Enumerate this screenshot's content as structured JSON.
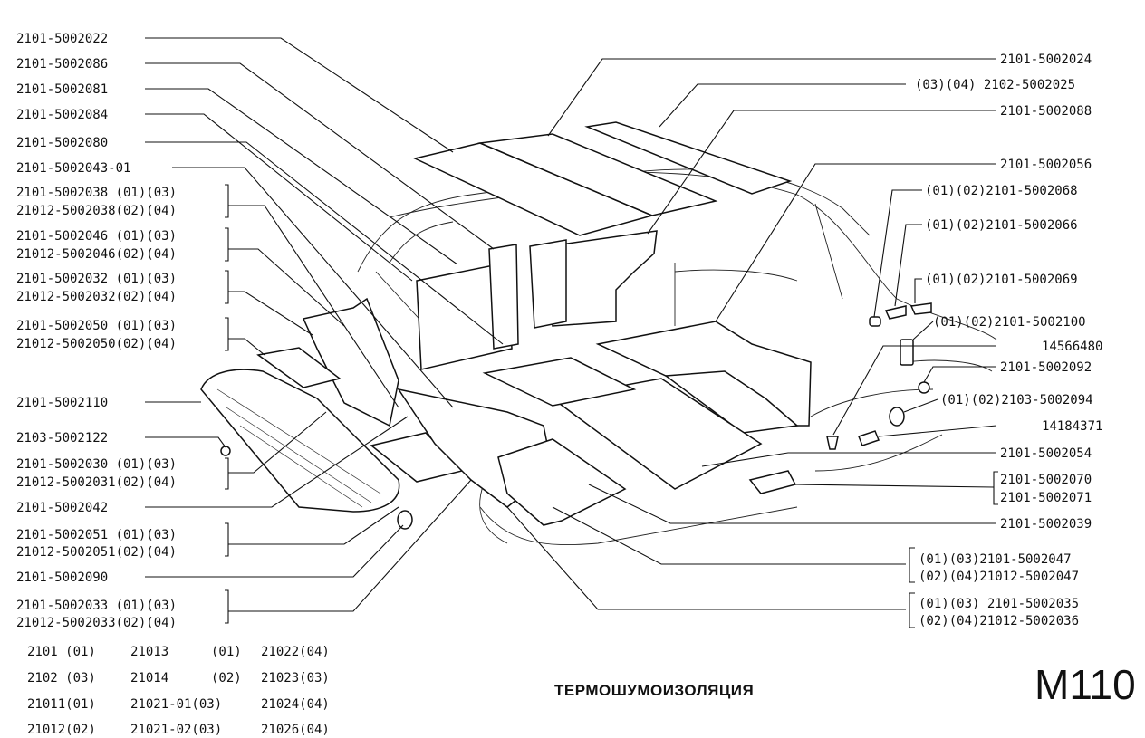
{
  "title": "ТЕРМОШУМОИЗОЛЯЦИЯ",
  "page_code": "М110",
  "left_labels": [
    {
      "lines": [
        "2101-5002022"
      ]
    },
    {
      "lines": [
        "2101-5002086"
      ]
    },
    {
      "lines": [
        "2101-5002081"
      ]
    },
    {
      "lines": [
        "2101-5002084"
      ]
    },
    {
      "lines": [
        "2101-5002080"
      ]
    },
    {
      "lines": [
        "2101-5002043-01"
      ]
    },
    {
      "lines": [
        "2101-5002038 (01)(03)",
        "21012-5002038(02)(04)"
      ]
    },
    {
      "lines": [
        "2101-5002046 (01)(03)",
        "21012-5002046(02)(04)"
      ]
    },
    {
      "lines": [
        "2101-5002032 (01)(03)",
        "21012-5002032(02)(04)"
      ]
    },
    {
      "lines": [
        "2101-5002050 (01)(03)",
        "21012-5002050(02)(04)"
      ]
    },
    {
      "lines": [
        "2101-5002110"
      ]
    },
    {
      "lines": [
        "2103-5002122"
      ]
    },
    {
      "lines": [
        "2101-5002030 (01)(03)",
        "21012-5002031(02)(04)"
      ]
    },
    {
      "lines": [
        "2101-5002042"
      ]
    },
    {
      "lines": [
        "2101-5002051 (01)(03)",
        "21012-5002051(02)(04)"
      ]
    },
    {
      "lines": [
        "2101-5002090"
      ]
    },
    {
      "lines": [
        "2101-5002033 (01)(03)",
        "21012-5002033(02)(04)"
      ]
    }
  ],
  "right_labels": [
    {
      "lines": [
        "2101-5002024"
      ]
    },
    {
      "lines": [
        "(03)(04) 2102-5002025"
      ]
    },
    {
      "lines": [
        "2101-5002088"
      ]
    },
    {
      "lines": [
        "2101-5002056"
      ]
    },
    {
      "lines": [
        "(01)(02)2101-5002068"
      ]
    },
    {
      "lines": [
        "(01)(02)2101-5002066"
      ]
    },
    {
      "lines": [
        "(01)(02)2101-5002069"
      ]
    },
    {
      "lines": [
        "(01)(02)2101-5002100"
      ]
    },
    {
      "lines": [
        "14566480"
      ]
    },
    {
      "lines": [
        "2101-5002092"
      ]
    },
    {
      "lines": [
        "(01)(02)2103-5002094"
      ]
    },
    {
      "lines": [
        "14184371"
      ]
    },
    {
      "lines": [
        "2101-5002054"
      ]
    },
    {
      "lines": [
        "2101-5002070",
        "2101-5002071"
      ]
    },
    {
      "lines": [
        "2101-5002039"
      ]
    },
    {
      "lines": [
        "(01)(03)2101-5002047",
        "(02)(04)21012-5002047"
      ]
    },
    {
      "lines": [
        "(01)(03) 2101-5002035",
        "(02)(04)21012-5002036"
      ]
    }
  ],
  "model_legend": [
    [
      "2101 (01)",
      "21013",
      "(01)",
      "21022(04)"
    ],
    [
      "2102 (03)",
      "21014",
      "(02)",
      "21023(03)"
    ],
    [
      "21011(01)",
      "21021-01(03)",
      "21024(04)"
    ],
    [
      "21012(02)",
      "21021-02(03)",
      "21026(04)"
    ]
  ]
}
